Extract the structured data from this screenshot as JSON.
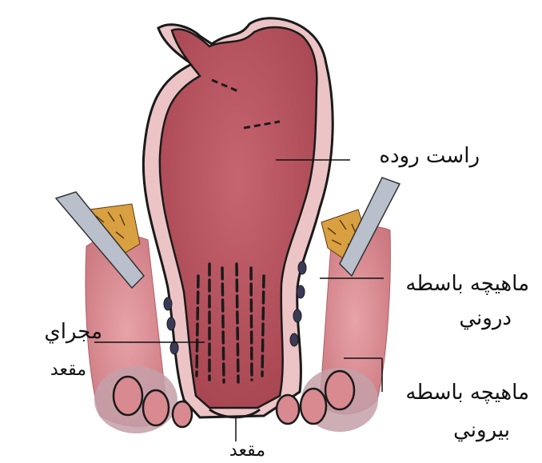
{
  "labels": {
    "rectum": "راست روده",
    "internal_sphincter_1": "ماهیچه باسطه",
    "internal_sphincter_2": "دروني",
    "anal_canal_1": "مجراي",
    "anal_canal_2": "مقعد",
    "external_sphincter_1": "ماهیچه باسطه",
    "external_sphincter_2": "بيروني",
    "anus": "مقعد"
  },
  "colors": {
    "rectum_fill": "#b8505a",
    "rectum_dark": "#8f2f3a",
    "muscle_fill": "#d88a90",
    "muscle_light": "#e6aab0",
    "fat_yellow": "#d8a040",
    "outline": "#1a1a1a",
    "wall_light": "#ecc4c6",
    "gray_tube": "#a0a8b8",
    "label_text": "#111111"
  }
}
